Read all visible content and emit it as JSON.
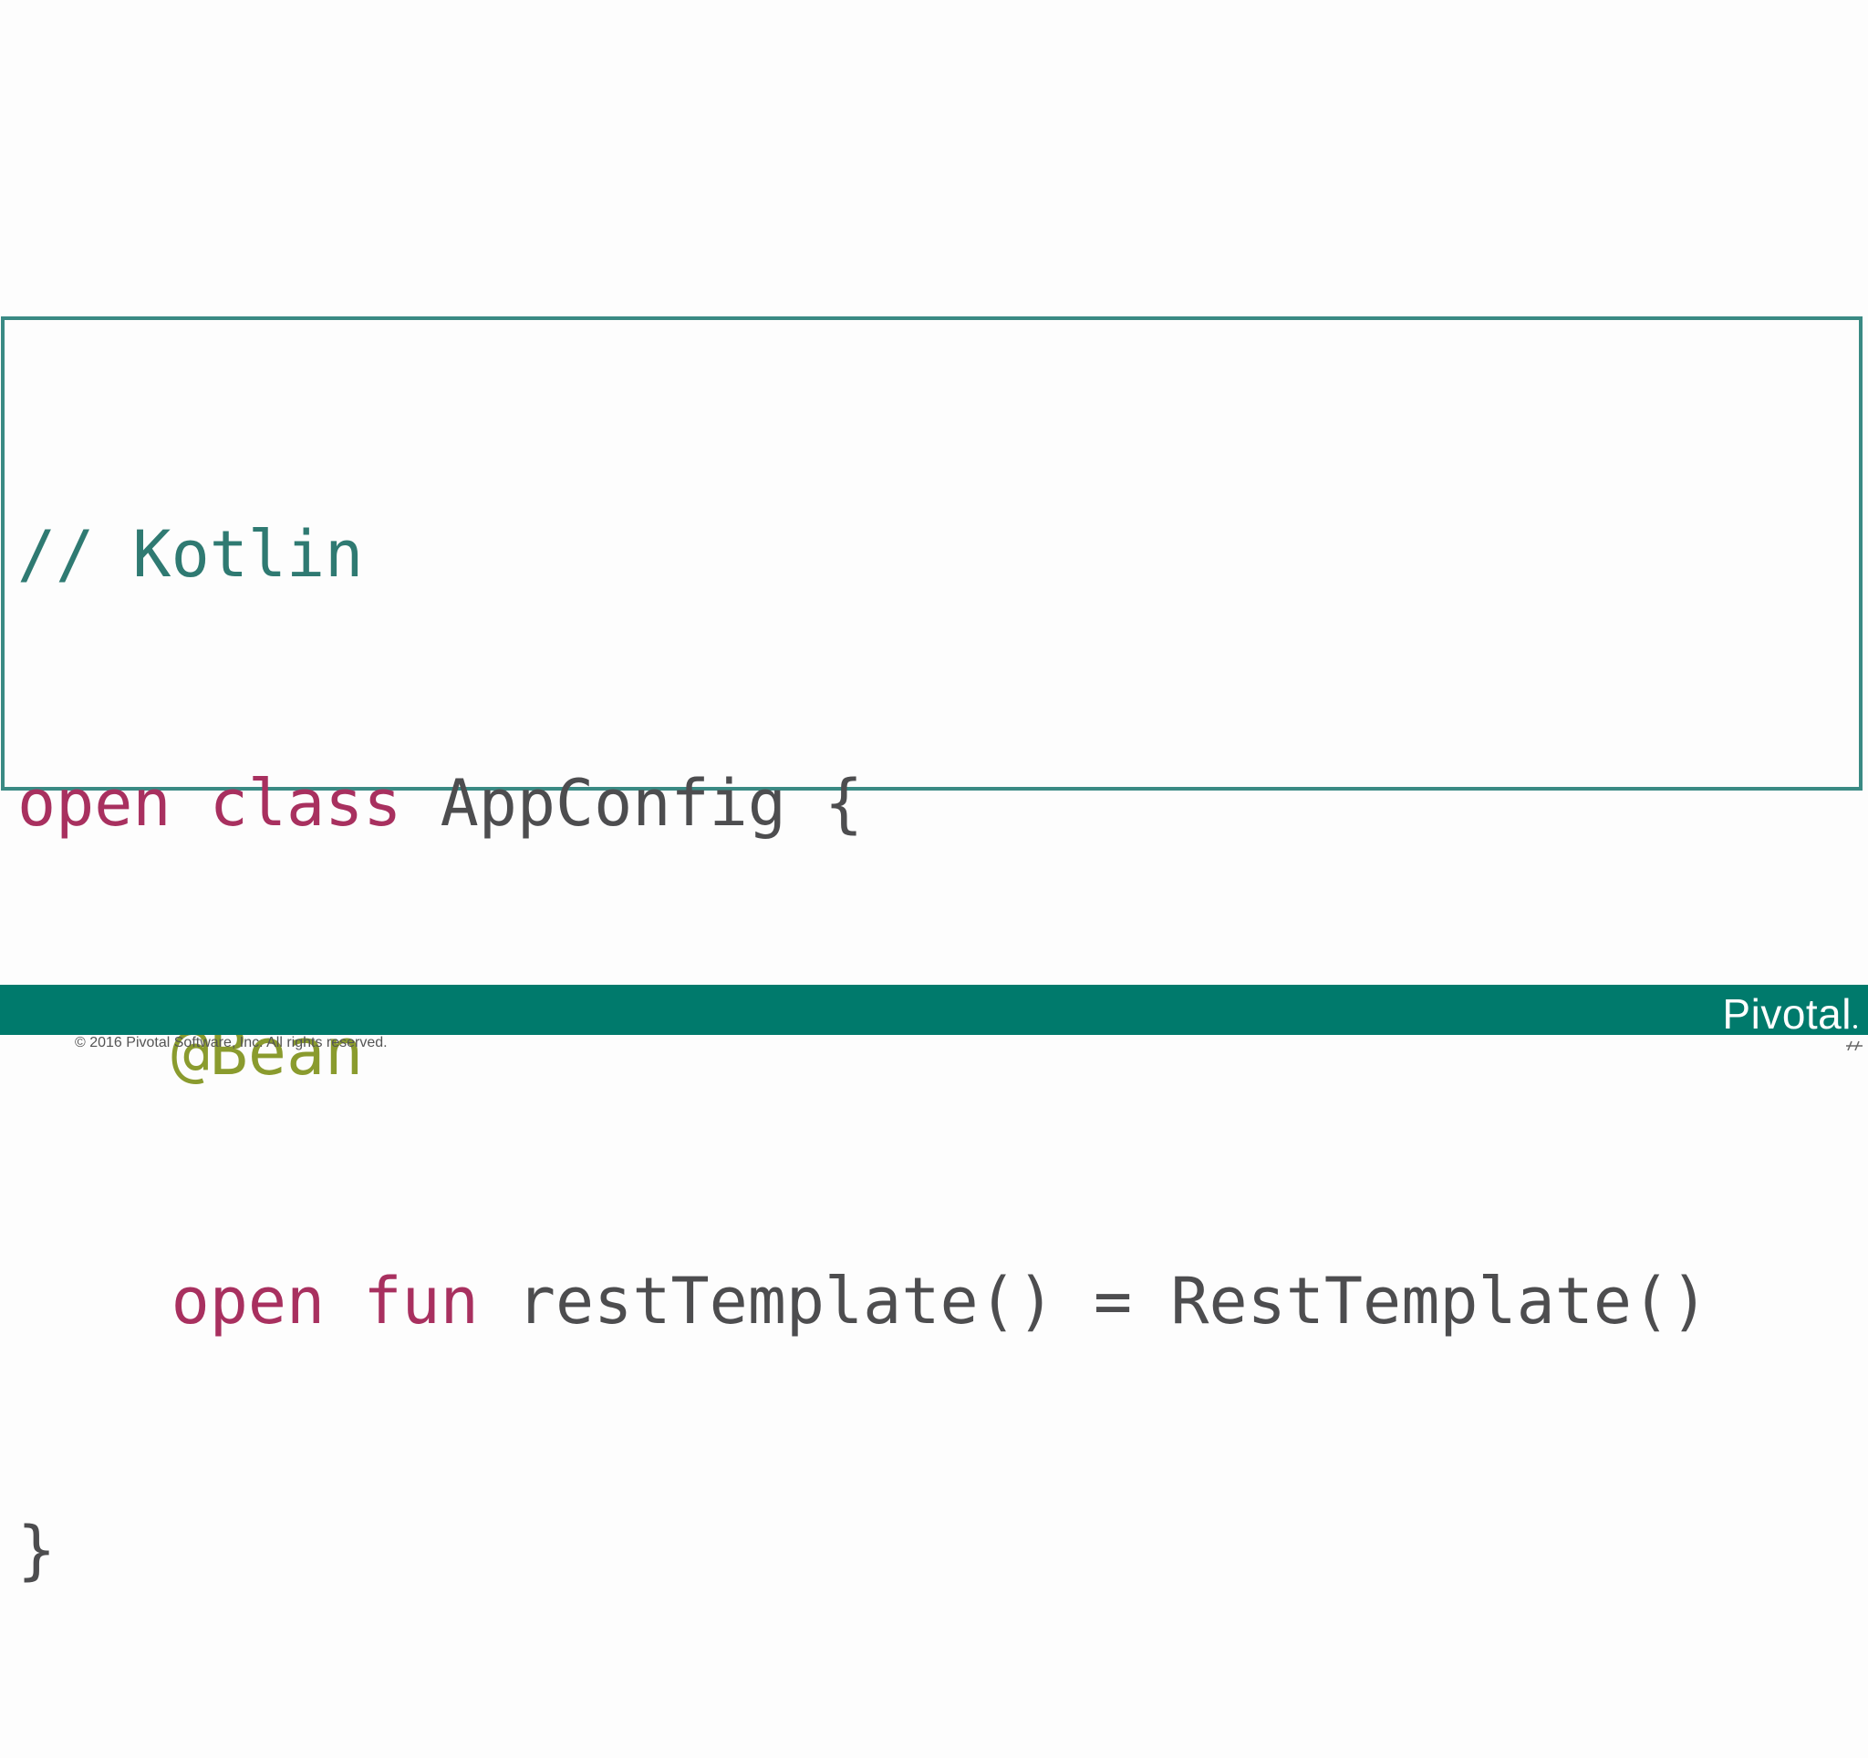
{
  "slide": {
    "code_lines": [
      {
        "indent": "",
        "tokens": [
          {
            "type": "comment",
            "text": "// Kotlin"
          }
        ]
      },
      {
        "indent": "",
        "tokens": [
          {
            "type": "keyword",
            "text": "open"
          },
          {
            "type": "plain",
            "text": " "
          },
          {
            "type": "keyword",
            "text": "class"
          },
          {
            "type": "plain",
            "text": " AppConfig {"
          }
        ]
      },
      {
        "indent": "    ",
        "tokens": [
          {
            "type": "annotation",
            "text": "@Bean"
          }
        ]
      },
      {
        "indent": "    ",
        "tokens": [
          {
            "type": "keyword",
            "text": "open"
          },
          {
            "type": "plain",
            "text": " "
          },
          {
            "type": "keyword",
            "text": "fun"
          },
          {
            "type": "plain",
            "text": " restTemplate() = RestTemplate()"
          }
        ]
      },
      {
        "indent": "",
        "tokens": [
          {
            "type": "plain",
            "text": "}"
          }
        ]
      }
    ]
  },
  "footer": {
    "logo_text": "Pivotal",
    "copyright": "© 2016 Pivotal Software, Inc.  All rights reserved."
  },
  "colors": {
    "border": "#3a8a84",
    "comment": "#2f7a72",
    "keyword": "#a8305f",
    "annotation": "#8a9b2e",
    "plain": "#4d4d4f",
    "footer_bar": "#007a6c"
  }
}
